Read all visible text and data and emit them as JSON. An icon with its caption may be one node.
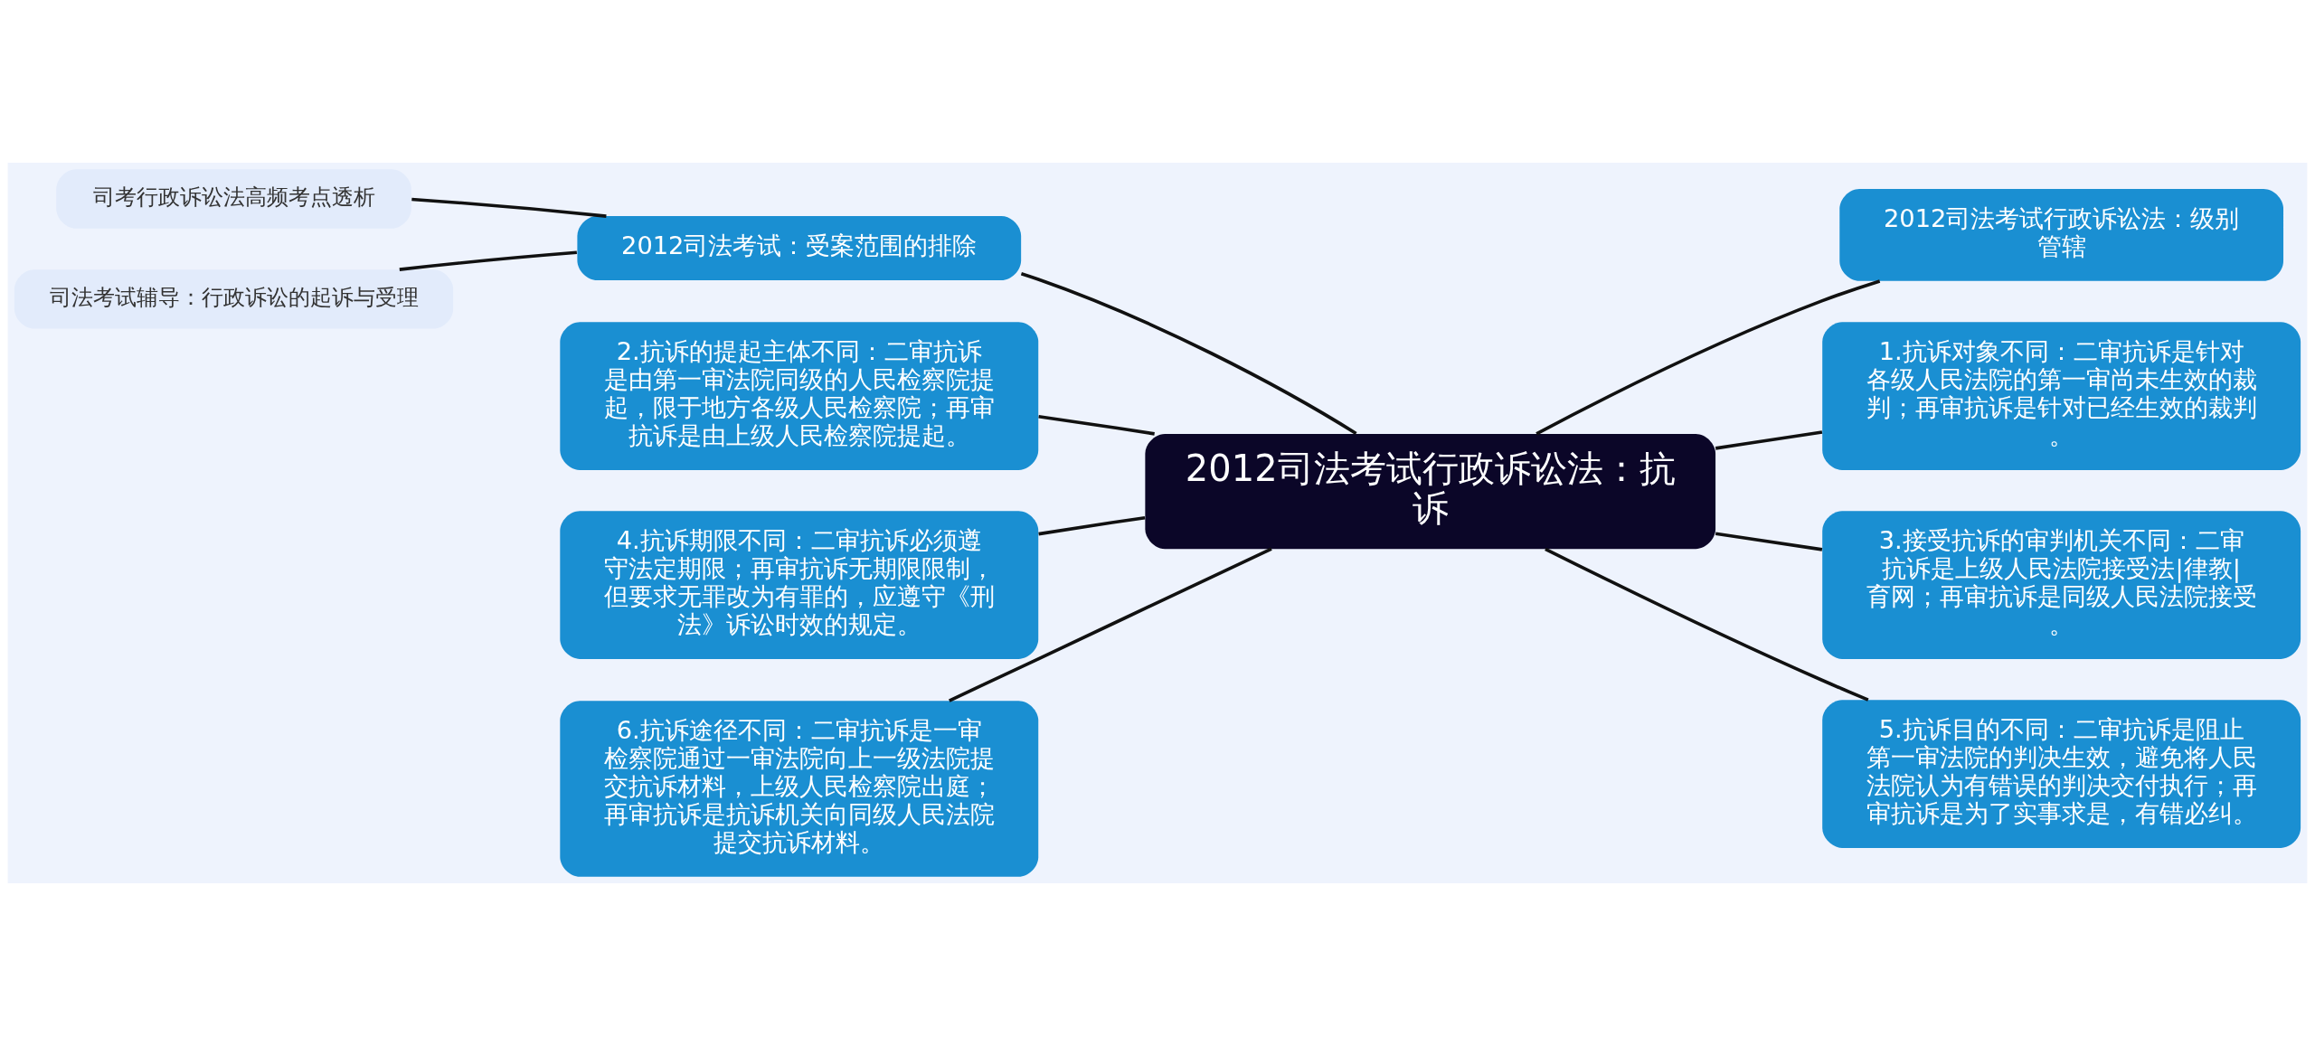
{
  "diagram": {
    "nodes": [
      {
        "text": [
          "2012司法考试行政诉讼法：抗诉"
        ]
      },
      {
        "text": [
          "2012司法考试：受案范围的排除"
        ]
      },
      {
        "text": [
          "司考行政诉讼法高频考点透析"
        ]
      },
      {
        "text": [
          "司法考试辅导：行政诉讼的起诉与受理"
        ]
      },
      {
        "text": [
          "2.抗诉的提起主体不同：二审抗诉是由第一审法院同级的人民检察院提起，限于地方各级人民检察院；再审抗诉是由上级人民检察院提起。"
        ]
      },
      {
        "text": [
          "4.抗诉期限不同：二审抗诉必须遵守法定期限；再审抗诉无期限限制，但要求无罪改为有罪的，应遵守《刑法》诉讼时效的规定。"
        ]
      },
      {
        "text": [
          "6.抗诉途径不同：二审抗诉是一审检察院通过一审法院向上一级法院提交抗诉材料，上级人民检察院出庭；再审抗诉是抗诉机关向同级人民法院提交抗诉材料。"
        ]
      },
      {
        "text": [
          "2012司法考试行政诉讼法：级别管辖"
        ]
      },
      {
        "text": [
          "1.抗诉对象不同：二审抗诉是针对各级人民法院的第一审尚未生效的裁判；再审抗诉是针对已经生效的裁判。"
        ]
      },
      {
        "text": [
          "3.接受抗诉的审判机关不同：二审抗诉是上级人民法院接受法|律教|育网；再审抗诉是同级人民法院接受。"
        ]
      },
      {
        "text": [
          "5.抗诉目的不同：二审抗诉是阻止第一审法院的判决生效，避免将人民法院认为有错误的判决交付执行；再审抗诉是为了实事求是，有错必纠。"
        ]
      }
    ],
    "edges": [
      {
        "from": 0,
        "to": 1,
        "arrow": "none"
      },
      {
        "from": 1,
        "to": 2,
        "arrow": "none"
      },
      {
        "from": 1,
        "to": 3,
        "arrow": "none"
      },
      {
        "from": 0,
        "to": 4,
        "arrow": "none"
      },
      {
        "from": 0,
        "to": 5,
        "arrow": "none"
      },
      {
        "from": 0,
        "to": 6,
        "arrow": "none"
      },
      {
        "from": 0,
        "to": 7,
        "arrow": "none"
      },
      {
        "from": 0,
        "to": 8,
        "arrow": "none"
      },
      {
        "from": 0,
        "to": 9,
        "arrow": "none"
      },
      {
        "from": 0,
        "to": 10,
        "arrow": "none"
      }
    ]
  }
}
